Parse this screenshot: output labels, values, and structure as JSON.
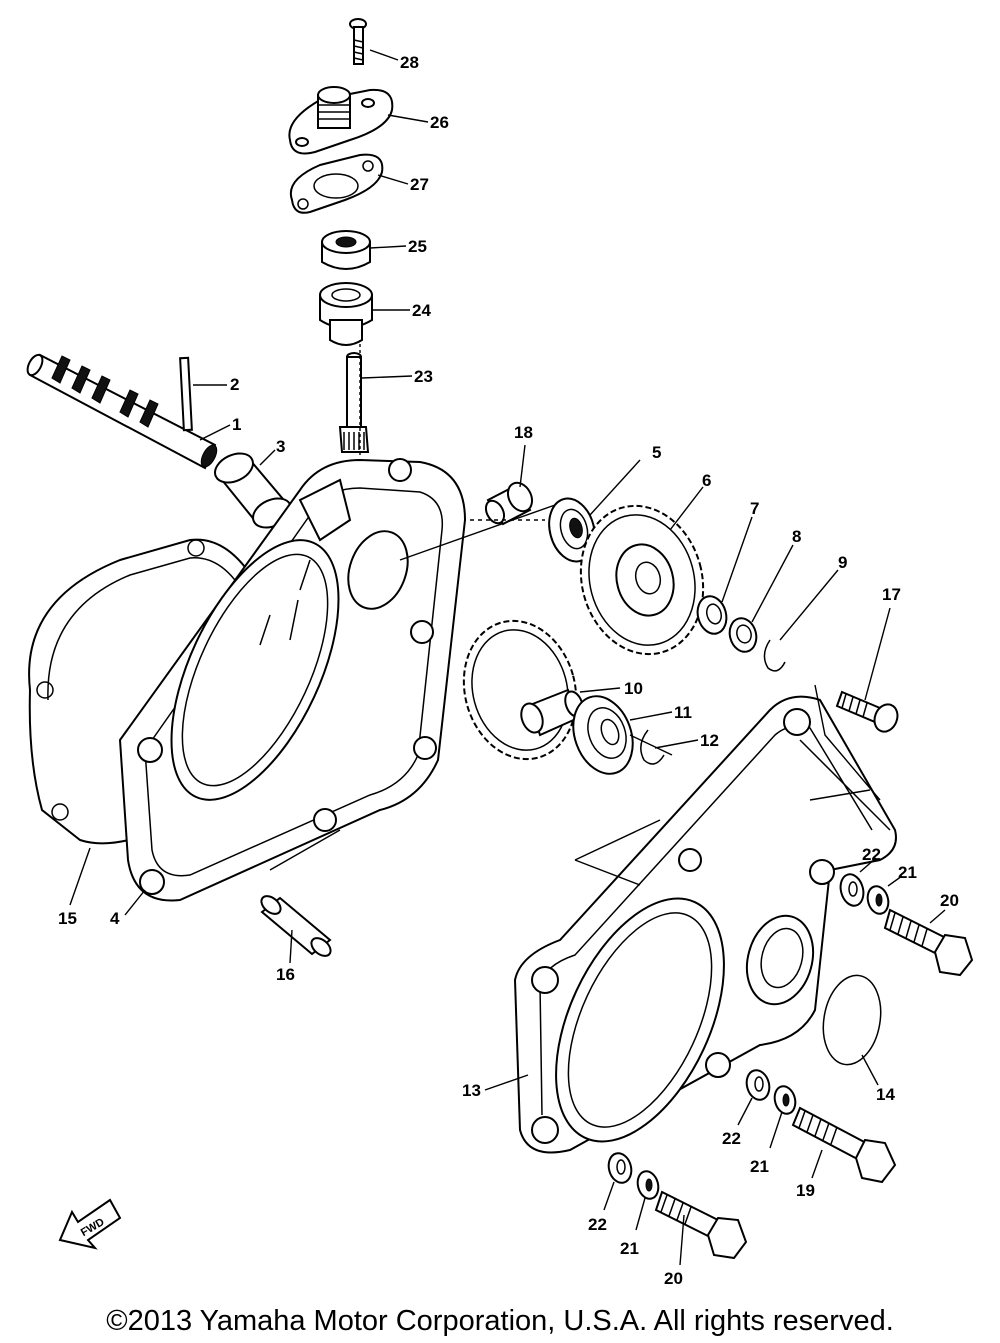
{
  "diagram": {
    "callouts": [
      "28",
      "26",
      "27",
      "25",
      "24",
      "23",
      "2",
      "1",
      "3",
      "18",
      "5",
      "6",
      "7",
      "8",
      "9",
      "17",
      "10",
      "11",
      "12",
      "15",
      "4",
      "16",
      "22",
      "21",
      "20",
      "14",
      "13",
      "22",
      "21",
      "19",
      "22",
      "21",
      "20"
    ],
    "fwd_label": "FWD",
    "icons": [
      "fwd-arrow-icon"
    ]
  },
  "footer": {
    "copyright": "©2013 Yamaha Motor Corporation, U.S.A. All rights reserved."
  }
}
